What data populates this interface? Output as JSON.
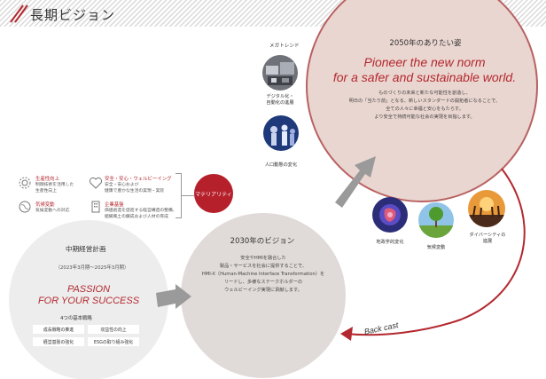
{
  "header": {
    "title": "長期ビジョン"
  },
  "vision_2050": {
    "title": "2050年のありたい姿",
    "message_lines": [
      "Pioneer the new norm",
      "for a safer and sustainable world."
    ],
    "description_lines": [
      "ものづくりの未来と新たな可能性を創造し、",
      "明日の「当たり前」となる、新しいスタンダードの開拓者になることで、",
      "全ての人々に幸福と安心をもたらす。",
      "より安全で持続可能な社会の実現を目指します。"
    ]
  },
  "vision_2030": {
    "title": "2030年のビジョン",
    "description_lines": [
      "安全やHMIを融合した",
      "製品・サービスを社会に提供することで、",
      "HMI-X（Human-Machine Interface Transformation）を",
      "リードし、多様なステークホルダーの",
      "ウェルビーイング実現に貢献します。"
    ]
  },
  "materiality": {
    "label": "マテリアリティ",
    "items": [
      {
        "title": "生産性向上",
        "sub_lines": [
          "制御技術を活用した",
          "生産性向上"
        ],
        "icon": "gear-icon"
      },
      {
        "title": "安全・安心・ウェルビーイング",
        "sub_lines": [
          "安全・安心および",
          "健康で豊かな生活の実現・実装"
        ],
        "icon": "heart-icon"
      },
      {
        "title": "気候変動",
        "sub_lines": [
          "気候変動への対応"
        ],
        "icon": "globe-icon"
      },
      {
        "title": "企業基盤",
        "sub_lines": [
          "価値創造を促進する経営構造の整備、",
          "組織風土の醸成および人材の育成"
        ],
        "icon": "building-icon"
      }
    ]
  },
  "megatrends": {
    "label": "メガトレンド",
    "items": [
      {
        "label_lines": [
          "デジタル化・",
          "自動化の進展"
        ]
      },
      {
        "label_lines": [
          "人口動態の変化"
        ]
      },
      {
        "label_lines": [
          "地政学的変化"
        ]
      },
      {
        "label_lines": [
          "気候変動"
        ]
      },
      {
        "label_lines": [
          "ダイバーシティの",
          "進展"
        ]
      }
    ]
  },
  "midterm_plan": {
    "title": "中期経営計画",
    "period": "（2023年3月期〜2025年3月期）",
    "slogan_lines": [
      "PASSION",
      "FOR YOUR SUCCESS"
    ],
    "strategies_heading": "4つの基本戦略",
    "strategies": [
      "成長戦略の推進",
      "収益性の向上",
      "経営基盤の強化",
      "ESGの取り組み強化"
    ]
  },
  "backcast": "Back cast",
  "colors": {
    "accent_red": "#b3282e",
    "circle_2050_fill": "#ead6d0",
    "circle_2030_fill": "#e0dbd9",
    "circle_mtp_fill": "#ededed",
    "arrow_gray": "#9a9a9a"
  }
}
